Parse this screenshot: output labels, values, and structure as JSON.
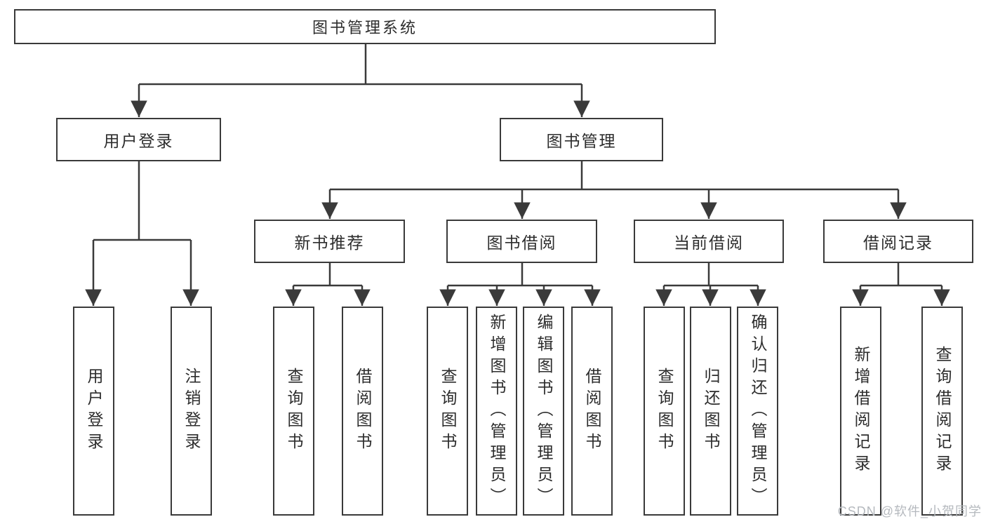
{
  "colors": {
    "background": "#ffffff",
    "line": "#3a3a3a",
    "box_border": "#3a3a3a",
    "box_fill": "#ffffff",
    "text": "#2d2d2d",
    "watermark": "#b5b9be"
  },
  "diagram": {
    "root_label": "图书管理系统",
    "user_login": {
      "label": "用户登录",
      "leaves": [
        "用户登录",
        "注销登录"
      ]
    },
    "book_mgmt": {
      "label": "图书管理"
    },
    "new_books": {
      "label": "新书推荐",
      "leaves": [
        "查询图书",
        "借阅图书"
      ]
    },
    "borrowing": {
      "label": "图书借阅",
      "leaves": [
        "查询图书",
        "新增图书（管理员）",
        "编辑图书（管理员）",
        "借阅图书"
      ]
    },
    "current": {
      "label": "当前借阅",
      "leaves": [
        "查询图书",
        "归还图书",
        "确认归还（管理员）"
      ]
    },
    "records": {
      "label": "借阅记录",
      "leaves": [
        "新增借阅记录",
        "查询借阅记录"
      ]
    }
  },
  "watermark": "CSDN @软件_小贺同学"
}
